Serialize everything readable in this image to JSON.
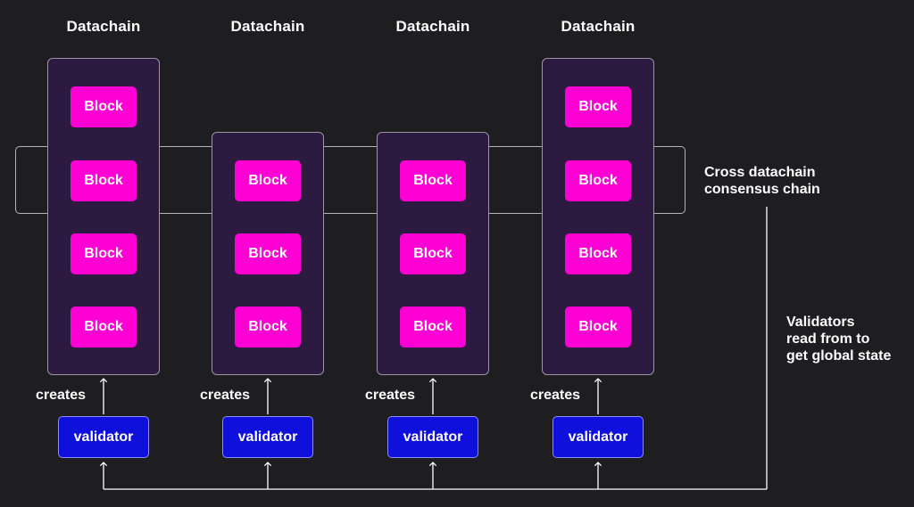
{
  "datachains": [
    {
      "title": "Datachain",
      "blocks": [
        "Block",
        "Block",
        "Block",
        "Block"
      ],
      "creates_label": "creates",
      "validator_label": "validator"
    },
    {
      "title": "Datachain",
      "blocks": [
        "Block",
        "Block",
        "Block"
      ],
      "creates_label": "creates",
      "validator_label": "validator"
    },
    {
      "title": "Datachain",
      "blocks": [
        "Block",
        "Block",
        "Block"
      ],
      "creates_label": "creates",
      "validator_label": "validator"
    },
    {
      "title": "Datachain",
      "blocks": [
        "Block",
        "Block",
        "Block",
        "Block"
      ],
      "creates_label": "creates",
      "validator_label": "validator"
    }
  ],
  "consensus_label": "Cross datachain\nconsensus chain",
  "validators_note": "Validators\nread from to\nget global state",
  "colors": {
    "background": "#1e1d20",
    "block": "#ff00d4",
    "chain_box": "#2c1a40",
    "validator": "#1010dc"
  }
}
